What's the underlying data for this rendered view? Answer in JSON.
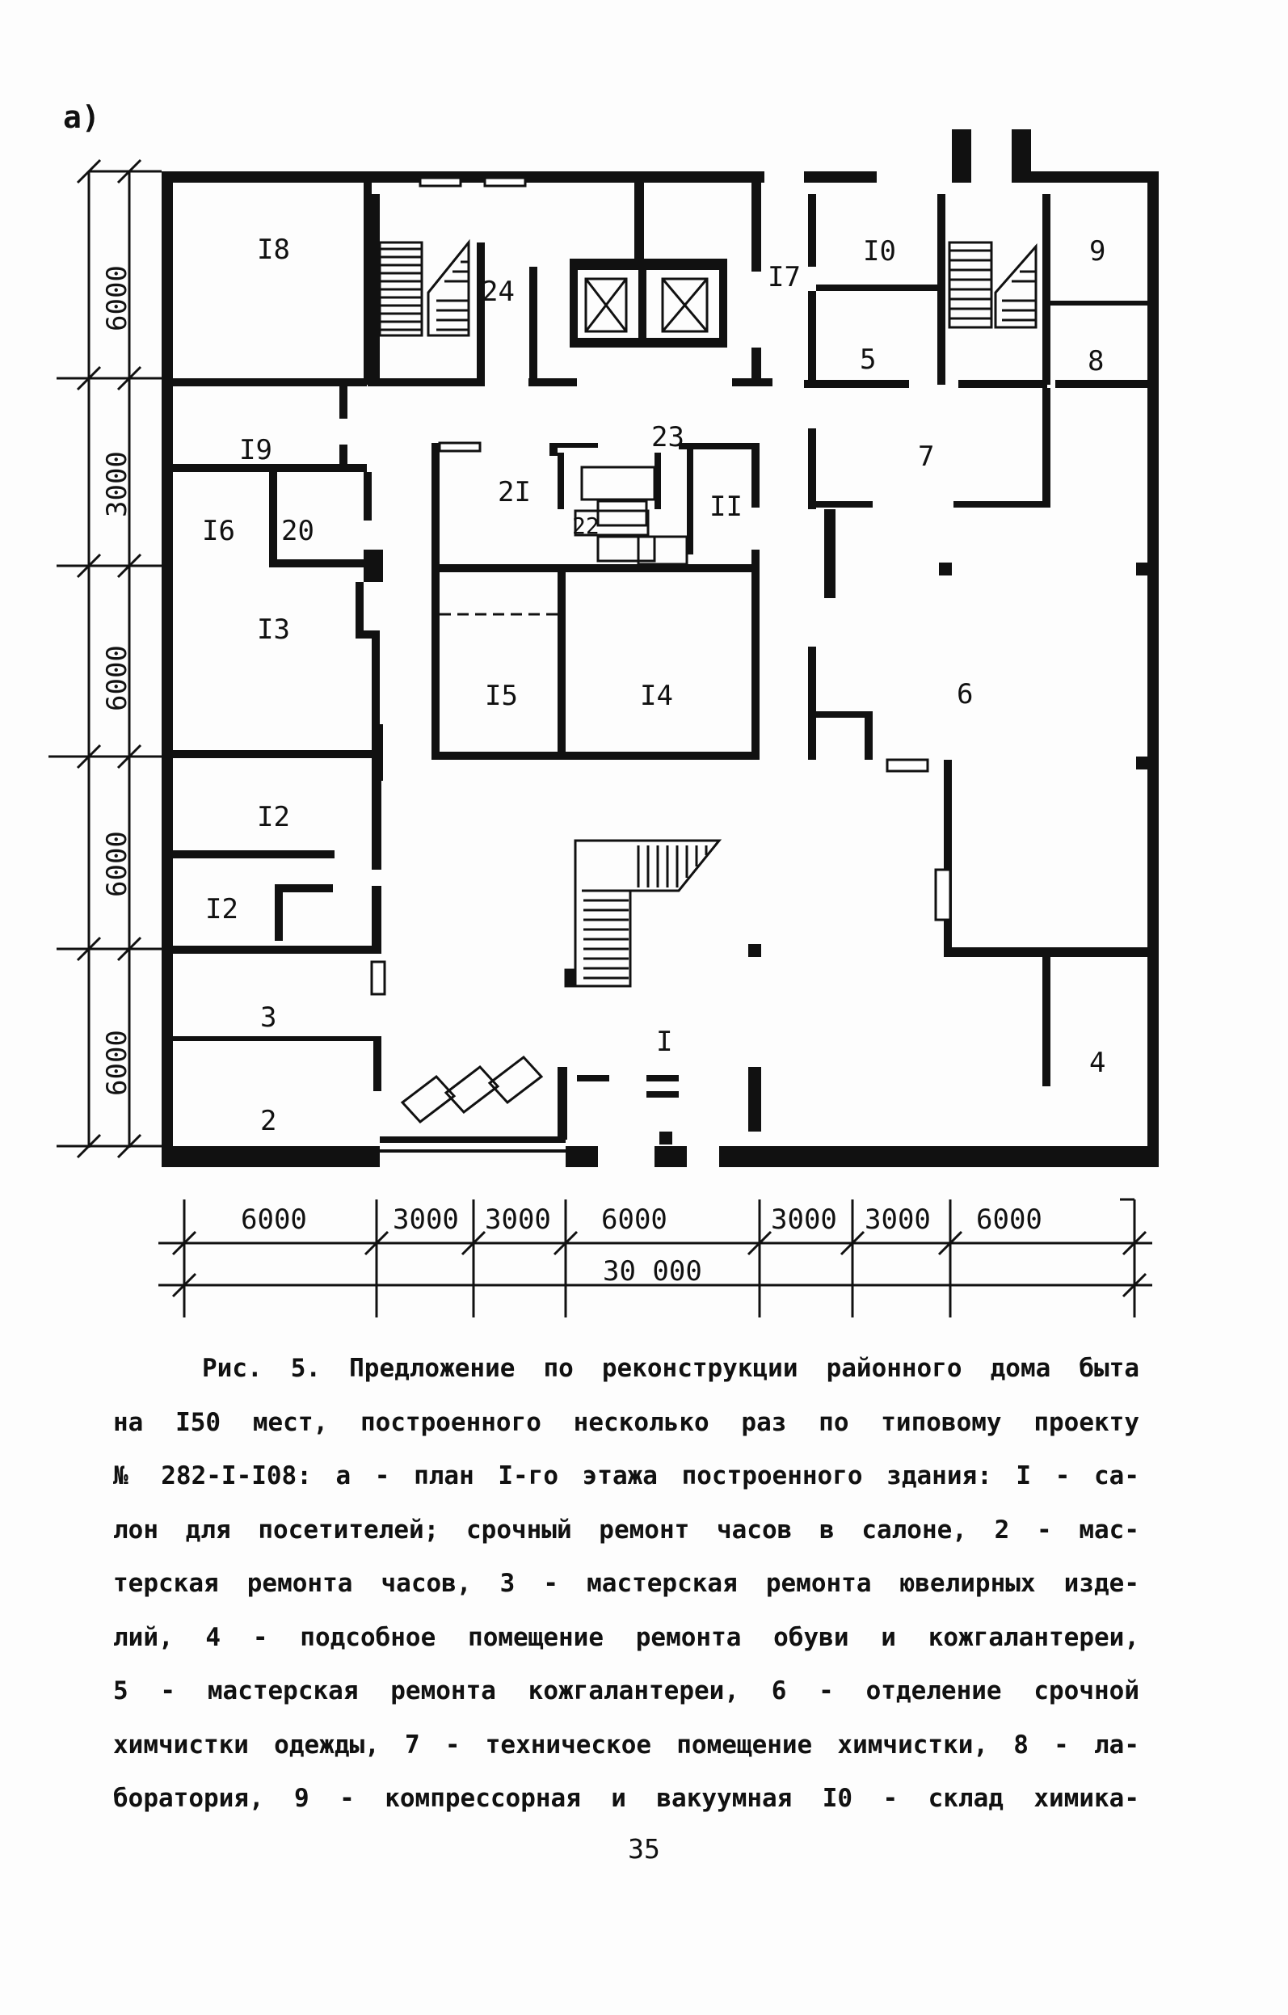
{
  "figure": {
    "sublabel": "а)",
    "rooms": [
      {
        "id": "r18",
        "label": "I8"
      },
      {
        "id": "r24",
        "label": "24"
      },
      {
        "id": "r17",
        "label": "I7"
      },
      {
        "id": "r10",
        "label": "I0"
      },
      {
        "id": "r9",
        "label": "9"
      },
      {
        "id": "r5",
        "label": "5"
      },
      {
        "id": "r8",
        "label": "8"
      },
      {
        "id": "r19",
        "label": "I9"
      },
      {
        "id": "r23",
        "label": "23"
      },
      {
        "id": "r21",
        "label": "2I"
      },
      {
        "id": "r11",
        "label": "II"
      },
      {
        "id": "r7",
        "label": "7"
      },
      {
        "id": "r16",
        "label": "I6"
      },
      {
        "id": "r20",
        "label": "20"
      },
      {
        "id": "r22",
        "label": "22"
      },
      {
        "id": "r13",
        "label": "I3"
      },
      {
        "id": "r15",
        "label": "I5"
      },
      {
        "id": "r14",
        "label": "I4"
      },
      {
        "id": "r6",
        "label": "6"
      },
      {
        "id": "r12a",
        "label": "I2"
      },
      {
        "id": "r12b",
        "label": "I2"
      },
      {
        "id": "r3",
        "label": "3"
      },
      {
        "id": "r1",
        "label": "I"
      },
      {
        "id": "r4",
        "label": "4"
      },
      {
        "id": "r2",
        "label": "2"
      }
    ],
    "left_dimensions": [
      "6000",
      "3000",
      "6000",
      "6000",
      "6000"
    ],
    "bottom_dimensions": [
      "6000",
      "3000",
      "3000",
      "6000",
      "3000",
      "3000",
      "6000"
    ],
    "total_dimension": "30 000"
  },
  "caption": {
    "lines": [
      "Рис. 5. Предложение по реконструкции районного дома быта",
      "на I50 мест, построенного несколько раз по типовому проекту",
      "№ 282-I-I08: а - план I-го этажа построенного здания: I - са-",
      "лон для посетителей; срочный ремонт часов в салоне, 2 - мас-",
      "терская ремонта часов, 3 - мастерская ремонта ювелирных изде-",
      "лий, 4 - подсобное помещение ремонта обуви и кожгалантереи,",
      "5 - мастерская ремонта кожгалантереи, 6 - отделение срочной",
      "химчистки одежды, 7 - техническое помещение химчистки, 8 - ла-",
      "боратория, 9 - компрессорная и вакуумная I0 - склад химика-"
    ]
  },
  "page_number": "35",
  "colors": {
    "ink": "#111111",
    "paper": "#fdfdfd"
  }
}
